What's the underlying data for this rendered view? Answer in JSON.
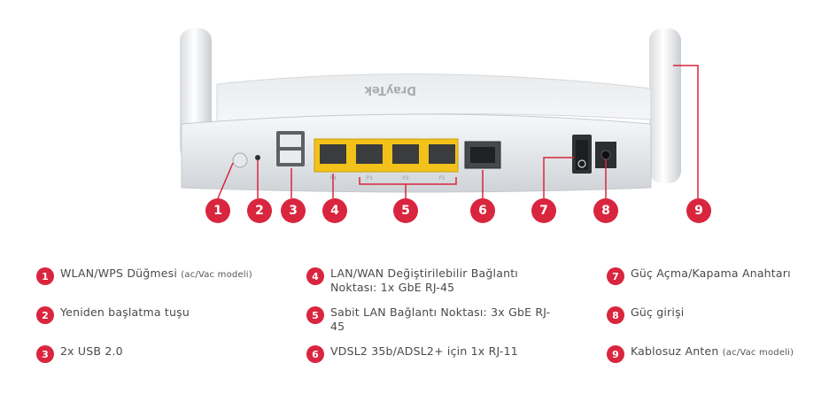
{
  "photo": {
    "brand_text": "DrayTek",
    "port_labels": [
      "P4",
      "P3",
      "P2",
      "P1"
    ],
    "callouts": [
      "1",
      "2",
      "3",
      "4",
      "5",
      "6",
      "7",
      "8",
      "9"
    ],
    "colors": {
      "badge": "#d9253e",
      "lan_port": "#f2c21b",
      "device_body": "#eceef0"
    }
  },
  "legend": [
    {
      "num": "1",
      "text": "WLAN/WPS Düğmesi",
      "note": "(ac/Vac modeli)"
    },
    {
      "num": "2",
      "text": "Yeniden başlatma tuşu",
      "note": ""
    },
    {
      "num": "3",
      "text": "2x USB 2.0",
      "note": ""
    },
    {
      "num": "4",
      "text": "LAN/WAN Değiştirilebilir Bağlantı Noktası: 1x GbE RJ-45",
      "note": ""
    },
    {
      "num": "5",
      "text": "Sabit LAN Bağlantı Noktası: 3x GbE RJ-45",
      "note": ""
    },
    {
      "num": "6",
      "text": "VDSL2 35b/ADSL2+ için 1x RJ-11",
      "note": ""
    },
    {
      "num": "7",
      "text": "Güç Açma/Kapama Anahtarı",
      "note": ""
    },
    {
      "num": "8",
      "text": "Güç girişi",
      "note": ""
    },
    {
      "num": "9",
      "text": "Kablosuz Anten",
      "note": "(ac/Vac modeli)"
    }
  ]
}
